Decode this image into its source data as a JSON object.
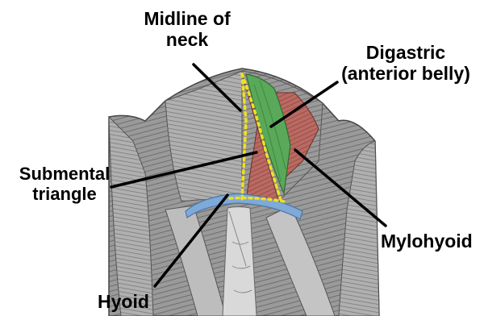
{
  "labels": {
    "midline": {
      "line1": "Midline of",
      "line2": "neck"
    },
    "digastric": {
      "line1": "Digastric",
      "line2": "(anterior belly)"
    },
    "submental": {
      "line1": "Submental",
      "line2": "triangle"
    },
    "mylohyoid": "Mylohyoid",
    "hyoid": "Hyoid"
  },
  "colors": {
    "background": "#ffffff",
    "neck_gray": "#8f8f8f",
    "muscle_light": "#c8c8c8",
    "mylohyoid_red": "#b35a55",
    "digastric_green": "#5aa85a",
    "hyoid_blue": "#7fa9d6",
    "midline_dots": "#f0e020",
    "pointer_lines": "#000000"
  }
}
